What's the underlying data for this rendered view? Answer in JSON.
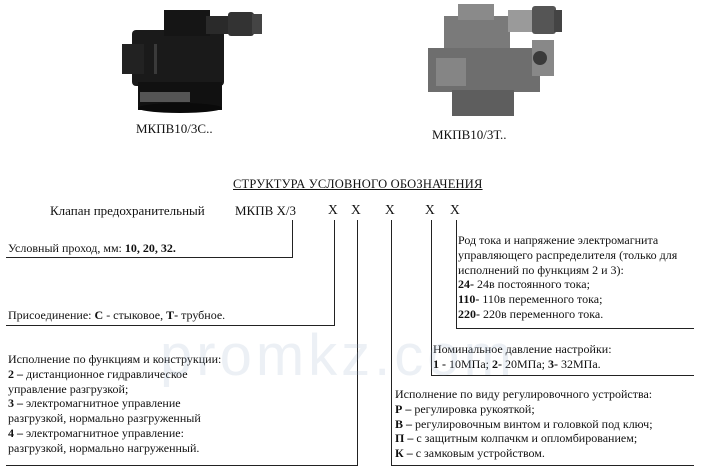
{
  "products": [
    {
      "caption": "МКПВ10/3С.."
    },
    {
      "caption": "МКПВ10/3Т.."
    }
  ],
  "structure_title": "СТРУКТУРА УСЛОВНОГО ОБОЗНАЧЕНИЯ",
  "code": {
    "name": "Клапан предохранительный",
    "prefix": "МКПВ Х/3",
    "positions": [
      "Х",
      "Х",
      "Х",
      "Х",
      "Х"
    ]
  },
  "nominal_bore": {
    "label": "Условный проход, мм:",
    "values": "10, 20, 32."
  },
  "connection": {
    "label": "Присоединение:",
    "c_key": "С",
    "c_desc": " - стыковое, ",
    "t_key": "Т-",
    "t_desc": " трубное."
  },
  "function": {
    "heading": "Исполнение по функциям и конструкции:",
    "items": [
      {
        "key": "2 –",
        "lines": [
          "дистанционное гидравлическое",
          "управление разгрузкой;"
        ]
      },
      {
        "key": "3 –",
        "lines": [
          "электромагнитное управление",
          "разгрузкой, нормально разгруженный"
        ]
      },
      {
        "key": "4 –",
        "lines": [
          "электромагнитное управление:",
          "разгрузкой, нормально нагруженный."
        ]
      }
    ]
  },
  "current": {
    "lines": [
      "Род тока и напряжение электромагнита",
      "управляющего распределителя (только для",
      "исполнений по функциям 2 и 3):"
    ],
    "items": [
      {
        "key": "24-",
        "desc": " 24в постоянного тока;"
      },
      {
        "key": "110-",
        "desc": " 110в переменного тока;"
      },
      {
        "key": "220-",
        "desc": " 220в переменного тока."
      }
    ]
  },
  "pressure": {
    "heading": "Номинальное давление настройки:",
    "k1": "1 -",
    "v1": " 10МПа; ",
    "k2": "2-",
    "v2": " 20МПа; ",
    "k3": "3-",
    "v3": " 32МПа."
  },
  "adjust": {
    "heading": "Исполнение по виду регулировочного устройства:",
    "items": [
      {
        "key": "Р –",
        "desc": " регулировка рукояткой;"
      },
      {
        "key": "В –",
        "desc": " регулировочным винтом и головкой под ключ;"
      },
      {
        "key": "П –",
        "desc": " с защитным колпачкм и опломбированием;"
      },
      {
        "key": "К –",
        "desc": " с замковым устройством."
      }
    ]
  },
  "watermark": "promkz.com"
}
